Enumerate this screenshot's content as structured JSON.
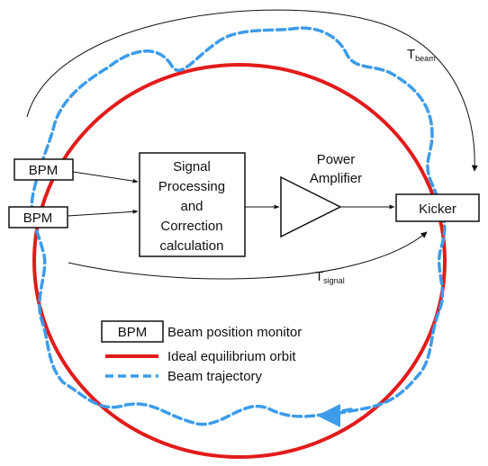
{
  "blocks": {
    "bpm_top": "BPM",
    "bpm_bottom": "BPM",
    "processor_lines": [
      "Signal",
      "Processing",
      "and",
      "Correction",
      "calculation"
    ],
    "amplifier_lines": [
      "Power",
      "Amplifier"
    ],
    "kicker": "Kicker"
  },
  "annotations": {
    "t_beam_main": "T",
    "t_beam_sub": "beam",
    "t_signal_main": "T",
    "t_signal_sub": "signal"
  },
  "legend": {
    "bpm_symbol": "BPM",
    "bpm_desc": "Beam position monitor",
    "orbit_desc": "Ideal equilibrium orbit",
    "trajectory_desc": "Beam trajectory"
  },
  "colors": {
    "orbit": "#e21b1b",
    "trajectory": "#3d9be9",
    "stroke": "#111111"
  }
}
